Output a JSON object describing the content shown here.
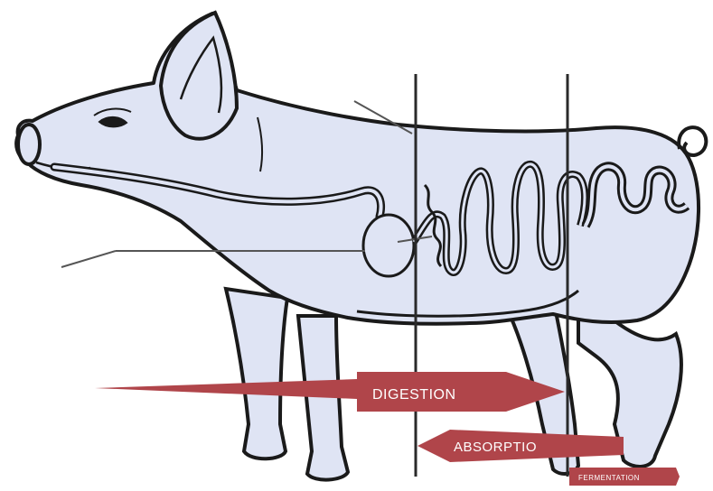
{
  "diagram": {
    "labels": {
      "digestion": "DIGESTION",
      "absorption": "ABSORPTIO",
      "fermentation": "FERMENTATION"
    },
    "colors": {
      "body_fill": "#dfe4f4",
      "outline": "#1a1a1a",
      "arrow": "#b0454a",
      "divider": "#2a2a2a"
    }
  }
}
